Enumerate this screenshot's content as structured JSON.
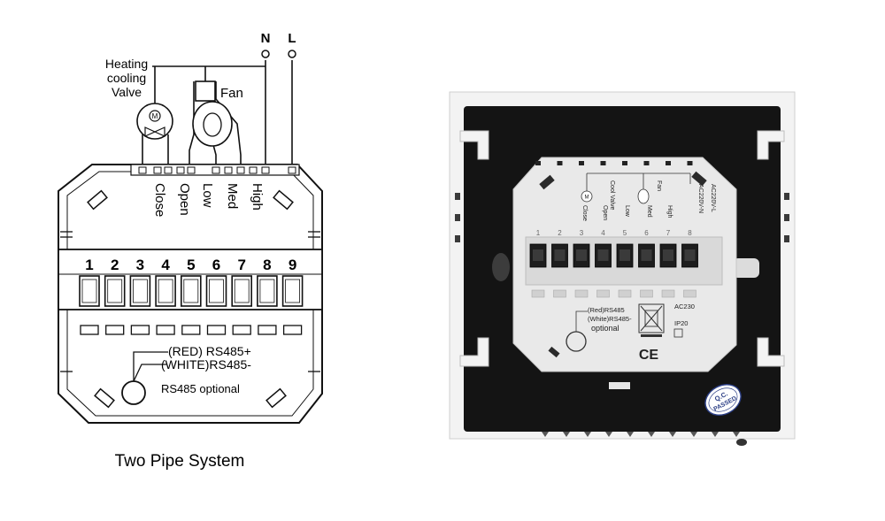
{
  "wiring": {
    "supply": {
      "n": "N",
      "l": "L"
    },
    "valve_label": [
      "Heating",
      "cooling",
      "Valve"
    ],
    "valve_symbol": "M",
    "fan_label": "Fan",
    "terminal_functions": [
      "Close",
      "Open",
      "Low",
      "Med",
      "High"
    ],
    "terminal_numbers": [
      "1",
      "2",
      "3",
      "4",
      "5",
      "6",
      "7",
      "8",
      "9"
    ],
    "rs485": {
      "red": "(RED) RS485+",
      "white": "(WHITE)RS485-",
      "optional": "RS485 optional"
    },
    "caption": "Two Pipe System"
  },
  "device": {
    "mini_labels": {
      "cool_valve": "Cool Valve",
      "fan": "Fan",
      "ac220_n": "AC220V-N",
      "ac220_l": "AC220V-L",
      "close": "Close",
      "open": "Open",
      "low": "Low",
      "med": "Med",
      "high": "High",
      "valve_symbol": "M"
    },
    "terminal_numbers": [
      "1",
      "2",
      "3",
      "4",
      "5",
      "6",
      "7",
      "8"
    ],
    "rs485": {
      "red": "(Red)RS485",
      "white": "(White)RS485-",
      "optional": "optional"
    },
    "ratings": {
      "voltage": "AC230",
      "ip": "IP20"
    },
    "ce_mark": "CE",
    "qc_stamp": [
      "Q.C.",
      "PASSED"
    ]
  },
  "colors": {
    "line": "#111111",
    "device_frame": "#f2f2f2",
    "device_face": "#151515",
    "device_back": "#e9e9e9"
  }
}
